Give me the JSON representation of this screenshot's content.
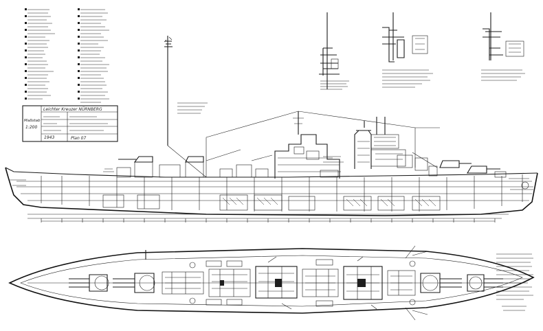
{
  "title_block": {
    "row1": "Leichter Kreuzer NÜRNBERG",
    "scale_label": "Maßstab",
    "scale_value": "1:200",
    "year": "1943",
    "plan": "Plan 07"
  },
  "colors": {
    "ink": "#1a1a1a",
    "paper": "#ffffff"
  }
}
